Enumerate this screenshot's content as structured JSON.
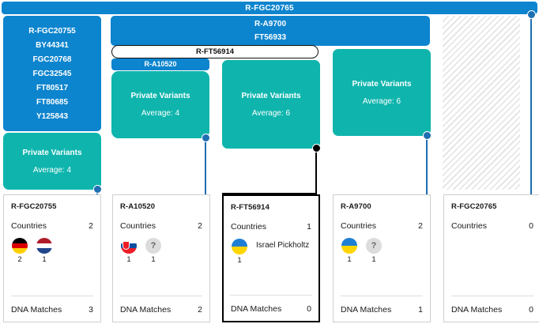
{
  "banner": {
    "label": "R-FGC20765"
  },
  "blocks": {
    "fgc20755": {
      "snps": [
        "R-FGC20755",
        "BY44341",
        "FGC20768",
        "FGC32545",
        "FT80517",
        "FT80685",
        "Y125843"
      ]
    },
    "a9700": {
      "snps": [
        "R-A9700",
        "FT56933"
      ]
    },
    "a10520": {
      "label": "R-A10520"
    },
    "ft56914": {
      "label": "R-FT56914"
    }
  },
  "private_variants": [
    {
      "id": "c1",
      "title": "Private Variants",
      "average_label": "Average: 4",
      "average": 4
    },
    {
      "id": "c2",
      "title": "Private Variants",
      "average_label": "Average: 4",
      "average": 4
    },
    {
      "id": "c3",
      "title": "Private Variants",
      "average_label": "Average: 6",
      "average": 6
    },
    {
      "id": "c4",
      "title": "Private Variants",
      "average_label": "Average: 6",
      "average": 6
    }
  ],
  "labels": {
    "countries": "Countries",
    "dna_matches": "DNA Matches",
    "unknown_glyph": "?"
  },
  "panels": [
    {
      "title": "R-FGC20755",
      "countries_count": "2",
      "dna_matches": "3",
      "flags": [
        {
          "code": "de",
          "name": "Germany",
          "count": "2"
        },
        {
          "code": "nl",
          "name": "Netherlands",
          "count": "1"
        }
      ],
      "selected": false
    },
    {
      "title": "R-A10520",
      "countries_count": "2",
      "dna_matches": "2",
      "flags": [
        {
          "code": "sk",
          "name": "Slovakia",
          "count": "1"
        },
        {
          "code": "unk",
          "name": "Unknown",
          "count": "1"
        }
      ],
      "selected": false
    },
    {
      "title": "R-FT56914",
      "countries_count": "1",
      "dna_matches": "0",
      "flags": [
        {
          "code": "ua",
          "name": "Ukraine",
          "count": "1",
          "person": "Israel\nPickholtz"
        }
      ],
      "selected": true
    },
    {
      "title": "R-A9700",
      "countries_count": "2",
      "dna_matches": "1",
      "flags": [
        {
          "code": "ua",
          "name": "Ukraine",
          "count": "1"
        },
        {
          "code": "unk",
          "name": "Unknown",
          "count": "1"
        }
      ],
      "selected": false
    },
    {
      "title": "R-FGC20765",
      "countries_count": "0",
      "dna_matches": "0",
      "flags": [],
      "selected": false
    }
  ],
  "colors": {
    "blue": "#0d84ce",
    "teal": "#0fb5ad",
    "connector_blue": "#1f6fb2",
    "connector_black": "#000000"
  }
}
